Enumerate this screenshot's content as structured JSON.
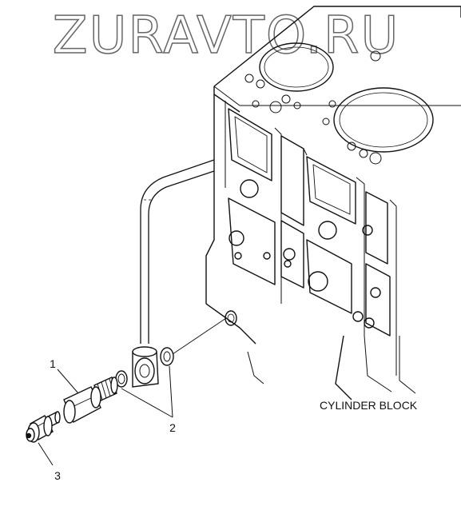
{
  "watermark": {
    "text": "ZURAVTO.RU"
  },
  "labels": {
    "component_label": "CYLINDER BLOCK",
    "callout_1": "1",
    "callout_2": "2",
    "callout_3": "3"
  },
  "colors": {
    "line": "#111111",
    "watermark_stroke": "#666666",
    "background": "#ffffff"
  }
}
